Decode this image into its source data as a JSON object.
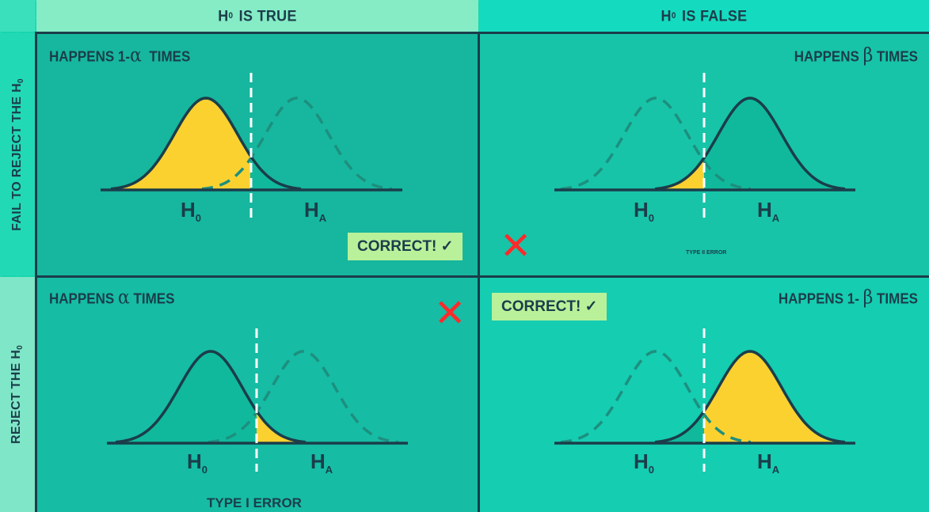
{
  "columns": {
    "h0_true": {
      "prefix": "H",
      "sub": "0",
      "suffix": " IS TRUE"
    },
    "h0_false": {
      "prefix": "H",
      "sub": "0",
      "suffix": " IS FALSE"
    }
  },
  "rows": {
    "fail_to_reject": {
      "prefix": "FAIL TO REJECT THE H",
      "sub": "0"
    },
    "reject": {
      "prefix": "REJECT THE H",
      "sub": "0"
    }
  },
  "cells": {
    "top_left": {
      "happens_prefix": "HAPPENS 1-",
      "greek": "α",
      "happens_suffix": "  TIMES",
      "correct": "CORRECT! ✓"
    },
    "top_right": {
      "happens_prefix": "HAPPENS ",
      "greek": "β",
      "happens_suffix": " TIMES",
      "error_label": "TYPE II ERROR",
      "cross": "✕"
    },
    "bottom_left": {
      "happens_prefix": "HAPPENS ",
      "greek": "α",
      "happens_suffix": " TIMES",
      "error_label": "TYPE I ERROR",
      "cross": "✕"
    },
    "bottom_right": {
      "happens_prefix": "HAPPENS 1- ",
      "greek": "β",
      "happens_suffix": " TIMES",
      "correct": "CORRECT! ✓"
    }
  },
  "labels": {
    "h": "H",
    "sub0": "0",
    "subA": "A"
  },
  "colors": {
    "outline": "#1b3d4a",
    "yellow": "#fbd130",
    "teal_fill": "#10b99c",
    "dashed": "#1d8f7f",
    "cutoff": "#ffffff",
    "cross": "#ff2a2a",
    "correct_bg": "#b9f19a"
  }
}
